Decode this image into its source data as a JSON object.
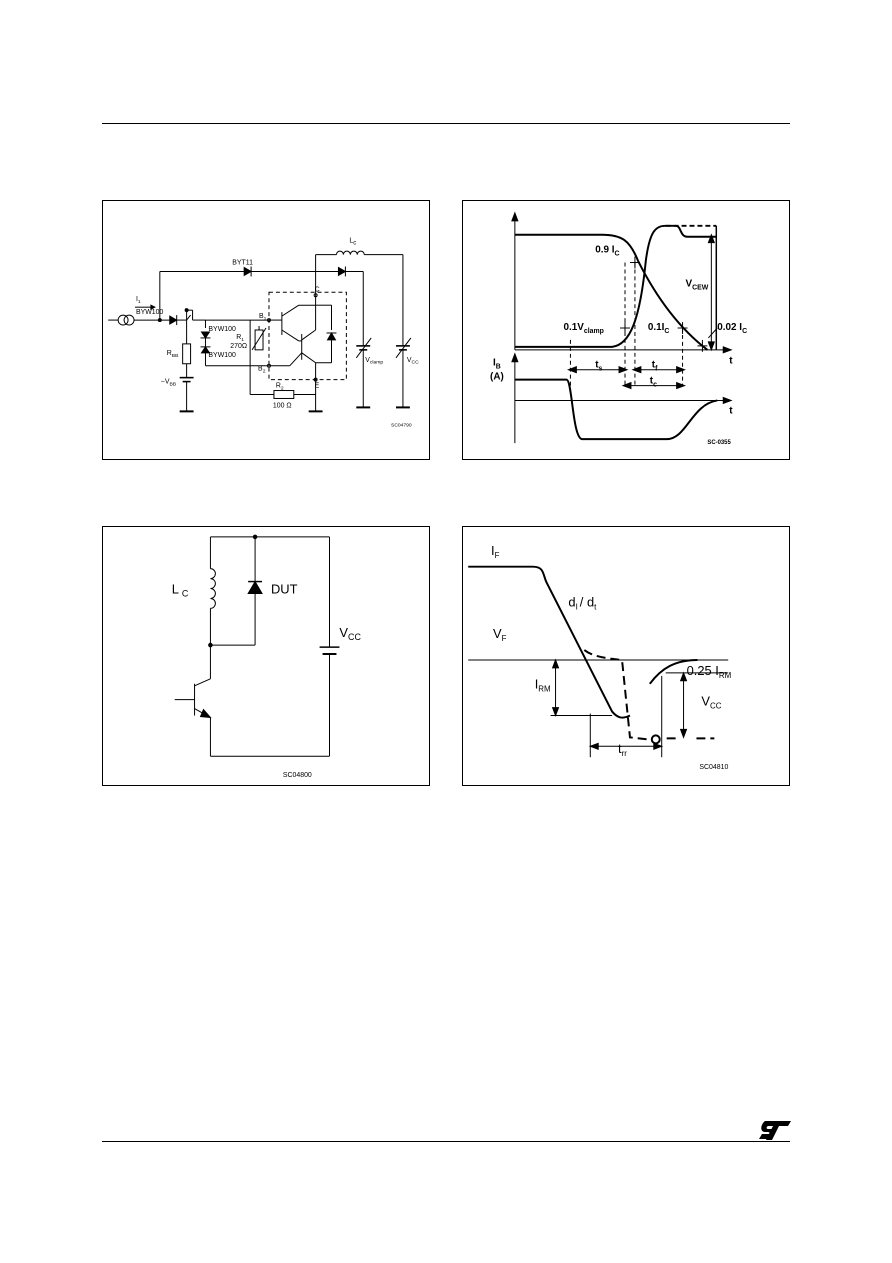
{
  "fig1": {
    "code": "SC04790",
    "labels": {
      "byt11": "BYT11",
      "lc": "L",
      "lc_sub": "c",
      "i1": "I",
      "i1_sub": "1",
      "byw100a": "BYW100",
      "byw100b": "BYW100",
      "byw100c": "BYW100",
      "b1": "B",
      "b1_sub": "1",
      "r1": "R",
      "r1_sub": "1",
      "r1_val": "270Ω",
      "b2": "B",
      "b2_sub": "2",
      "rbb": "R",
      "rbb_sub": "BB",
      "vbb": "−V",
      "vbb_sub": "BB",
      "c": "C",
      "e": "E",
      "r2": "R",
      "r2_sub": "2",
      "r2_val": "100 Ω",
      "vclamp": "V",
      "vclamp_sub": "clamp",
      "vcc": "V",
      "vcc_sub": "CC"
    }
  },
  "fig2": {
    "code": "SC-0355",
    "labels": {
      "ic09": "0.9 I",
      "ic09_sub": "C",
      "vcew": "V",
      "vcew_sub": "CEW",
      "vclamp01": "0.1V",
      "vclamp01_sub": "clamp",
      "ic01": "0.1I",
      "ic01_sub": "C",
      "ic002": "0.02 I",
      "ic002_sub": "C",
      "t1": "t",
      "t2": "t",
      "ib": "I",
      "ib_sub": "B",
      "ib_unit": "(A)",
      "ts": "t",
      "ts_sub": "s",
      "tf": "t",
      "tf_sub": "f",
      "tc": "t",
      "tc_sub": "c"
    }
  },
  "fig3": {
    "code": "SC04800",
    "labels": {
      "lc": "L",
      "lc_sub": "C",
      "dut": "DUT",
      "vcc": "V",
      "vcc_sub": "CC"
    }
  },
  "fig4": {
    "code": "SC04810",
    "labels": {
      "if": "I",
      "if_sub": "F",
      "didt": "d",
      "didt_sub1": "I",
      "didt_slash": "/ d",
      "didt_sub2": "t",
      "vf": "V",
      "vf_sub": "F",
      "irm": "I",
      "irm_sub": "RM",
      "irm025": "0.25 I",
      "irm025_sub": "RM",
      "vcc": "V",
      "vcc_sub": "CC",
      "trr": "t",
      "trr_sub": "rr"
    }
  },
  "logo_name": "st-logo-icon"
}
